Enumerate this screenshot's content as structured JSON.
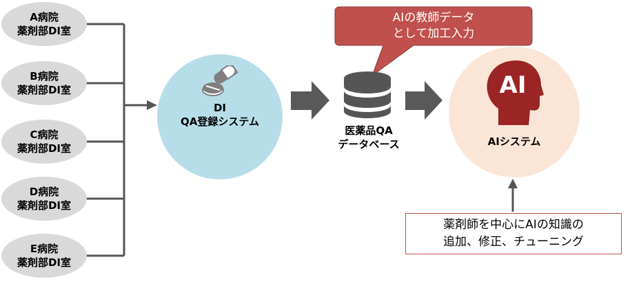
{
  "hospitals": [
    {
      "name": "A病院",
      "dept": "薬剤部DI室"
    },
    {
      "name": "B病院",
      "dept": "薬剤部DI室"
    },
    {
      "name": "C病院",
      "dept": "薬剤部DI室"
    },
    {
      "name": "D病院",
      "dept": "薬剤部DI室"
    },
    {
      "name": "E病院",
      "dept": "薬剤部DI室"
    }
  ],
  "qa_system": {
    "line1": "DI",
    "line2": "QA登録システム",
    "icon": "pills-icon"
  },
  "database": {
    "line1": "医薬品QA",
    "line2": "データベース",
    "icon": "database-icon"
  },
  "ai_system": {
    "label": "AIシステム",
    "head_text": "AI",
    "icon": "ai-head-icon"
  },
  "callout": {
    "line1": "AIの教師データ",
    "line2": "として加工入力"
  },
  "note": {
    "line1": "薬剤師を中心にAIの知識の",
    "line2": "追加、修正、チューニング"
  },
  "colors": {
    "hospital_fill": "#d9d9d9",
    "qa_circle": "#b7dde8",
    "ai_circle": "#fbe5d6",
    "callout_fill": "#c0504d",
    "ai_head": "#9b2424",
    "arrow": "#595959"
  }
}
